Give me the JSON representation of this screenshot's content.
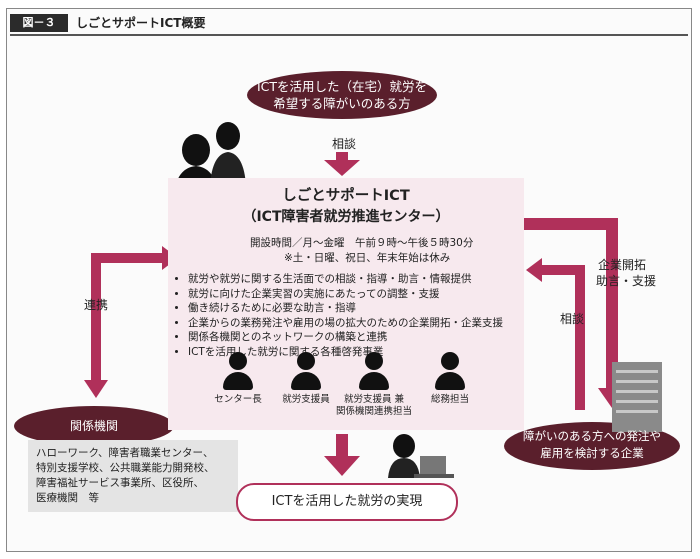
{
  "figure": {
    "label": "図－３",
    "title": "しごとサポートICT概要"
  },
  "top_ellipse": {
    "line1": "ICTを活用した（在宅）就労を",
    "line2": "希望する障がいのある方"
  },
  "arrow_labels": {
    "consult_top": "相談",
    "cooperation": "連携",
    "company": "企業開拓",
    "company_advice": "助言・支援",
    "consult_right": "相談"
  },
  "center": {
    "title": "しごとサポートICT",
    "subtitle": "（ICT障害者就労推進センター）",
    "hours_line1": "開設時間／月～金曜　午前９時～午後５時30分",
    "hours_line2": "※土・日曜、祝日、年末年始は休み",
    "duties": [
      "就労や就労に関する生活面での相談・指導・助言・情報提供",
      "就労に向けた企業実習の実施にあたっての調整・支援",
      "働き続けるために必要な助言・指導",
      "企業からの業務発注や雇用の場の拡大のための企業開拓・企業支援",
      "関係各機関とのネットワークの構築と連携",
      "ICTを活用した就労に関する各種啓発事業"
    ],
    "staff": [
      {
        "line1": "センター長",
        "line2": ""
      },
      {
        "line1": "就労支援員",
        "line2": ""
      },
      {
        "line1": "就労支援員 兼",
        "line2": "関係機関連携担当"
      },
      {
        "line1": "総務担当",
        "line2": ""
      }
    ]
  },
  "kikan": {
    "title": "関係機関",
    "list": [
      "ハローワーク、障害者職業センター、",
      "特別支援学校、公共職業能力開発校、",
      "障害福祉サービス事業所、区役所、",
      "医療機関　等"
    ]
  },
  "company_ellipse": {
    "line1": "障がいのある方への発注や",
    "line2": "雇用を検討する企業"
  },
  "result": {
    "label": "ICTを活用した就労の実現"
  },
  "colors": {
    "accent": "#b0305a",
    "dark_ellipse": "#5a1f2c",
    "center_bg": "#f7e9ee"
  }
}
